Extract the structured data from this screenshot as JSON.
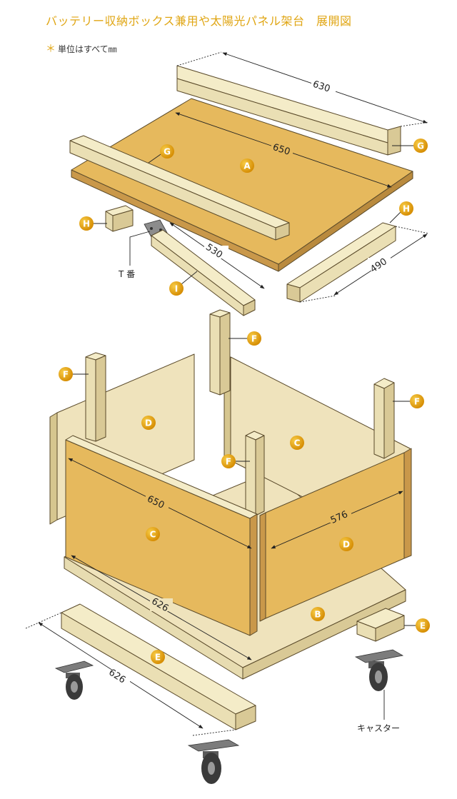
{
  "title": "バッテリー収納ボックス兼用や太陽光パネル架台　展開図",
  "unit_note": "単位はすべて㎜",
  "dimensions": {
    "top_beam_length": "630",
    "top_board_length": "650",
    "cross_beam_length": "530",
    "side_beam_length": "490",
    "front_panel_length": "650",
    "side_panel_length": "576",
    "base_length": "626",
    "skid_length": "626"
  },
  "part_labels": {
    "A": "A",
    "B": "B",
    "C": "C",
    "D": "D",
    "E": "E",
    "F": "F",
    "G": "G",
    "H": "H",
    "I": "I"
  },
  "text_labels": {
    "t_hinge": "T 番",
    "caster": "キャスター"
  },
  "colors": {
    "accent": "#e0a614",
    "board": "#e6b95d",
    "panel_light": "#efe3bc",
    "timber": "#f4ecc8"
  }
}
